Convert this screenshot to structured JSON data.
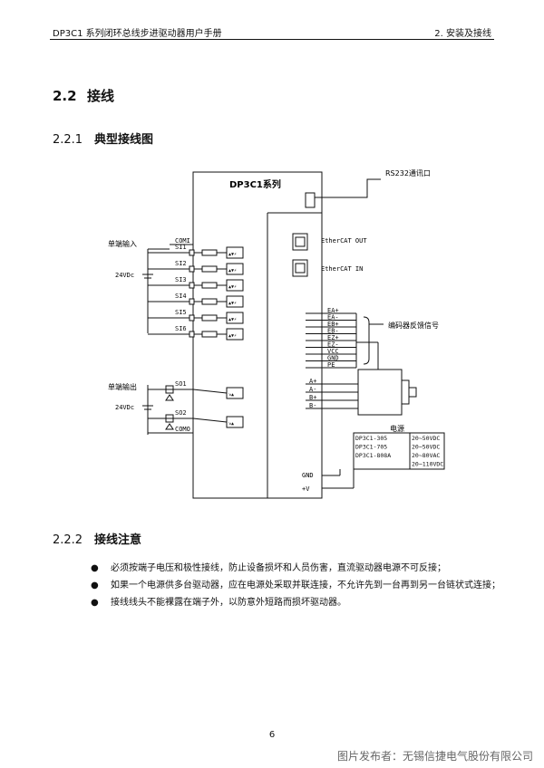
{
  "header": {
    "left": "DP3C1 系列闭环总线步进驱动器用户手册",
    "right": "2. 安装及接线"
  },
  "section": {
    "num": "2.2",
    "title": "接线"
  },
  "subsection1": {
    "num": "2.2.1",
    "title": "典型接线图"
  },
  "subsection2": {
    "num": "2.2.2",
    "title": "接线注意"
  },
  "diagram": {
    "series_title": "DP3C1系列",
    "rs232": "RS232通讯口",
    "ethercat_out": "EtherCAT OUT",
    "ethercat_in": "EtherCAT IN",
    "single_input": "单端输入",
    "single_output": "单端输出",
    "supply_in": "24VDc",
    "supply_out": "24VDc",
    "com_in": "COMI",
    "com_out": "COMO",
    "inputs": [
      "SI1",
      "SI2",
      "SI3",
      "SI4",
      "SI5",
      "SI6"
    ],
    "outputs": [
      "SO1",
      "SO2"
    ],
    "encoder_pins": [
      "EA+",
      "EA-",
      "EB+",
      "EB-",
      "EZ+",
      "EZ-",
      "VCC",
      "GND",
      "PE"
    ],
    "encoder_label": "编码器反馈信号",
    "motor_pins": [
      "A+",
      "A-",
      "B+",
      "B-"
    ],
    "power_title": "电源",
    "power_table": [
      [
        "DP3C1-305",
        "20~50VDC"
      ],
      [
        "DP3C1-705",
        "20~50VDC"
      ],
      [
        "DP3C1-808A",
        "20~80VAC"
      ],
      [
        "",
        "20~110VDC"
      ]
    ],
    "gnd": "GND",
    "vplus": "+V"
  },
  "notes": [
    "必须按端子电压和极性接线，防止设备损坏和人员伤害，直流驱动器电源不可反接；",
    "如果一个电源供多台驱动器，应在电源处采取并联连接，不允许先到一台再到另一台链状式连接；",
    "接线线头不能裸露在端子外，以防意外短路而损坏驱动器。"
  ],
  "note_bullet": "●",
  "page_number": "6",
  "credit": "图片发布者：无锡信捷电气股份有限公司"
}
